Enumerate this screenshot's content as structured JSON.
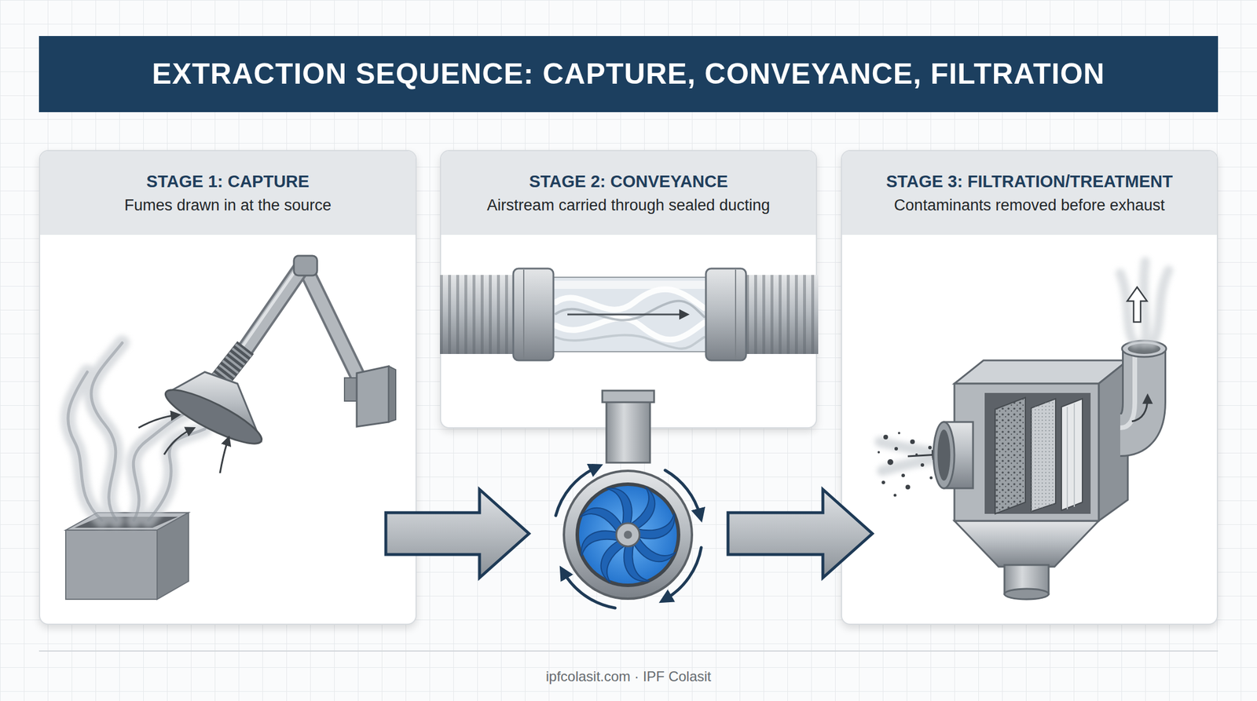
{
  "diagram": {
    "title": "EXTRACTION SEQUENCE: CAPTURE, CONVEYANCE, FILTRATION",
    "nodes": [
      {
        "text": [
          "STAGE 1: CAPTURE",
          "Fumes drawn in at the source"
        ]
      },
      {
        "text": [
          "STAGE 2: CONVEYANCE",
          "Airstream carried through sealed ducting"
        ]
      },
      {
        "text": [
          "STAGE 3: FILTRATION/TREATMENT",
          "Contaminants removed before exhaust"
        ]
      }
    ],
    "edges": [
      {
        "from": 0,
        "to": 1,
        "arrow": "to"
      },
      {
        "from": 1,
        "to": 2,
        "arrow": "to"
      }
    ],
    "labels": [
      "ipfcolasit.com · IPF Colasit"
    ]
  }
}
